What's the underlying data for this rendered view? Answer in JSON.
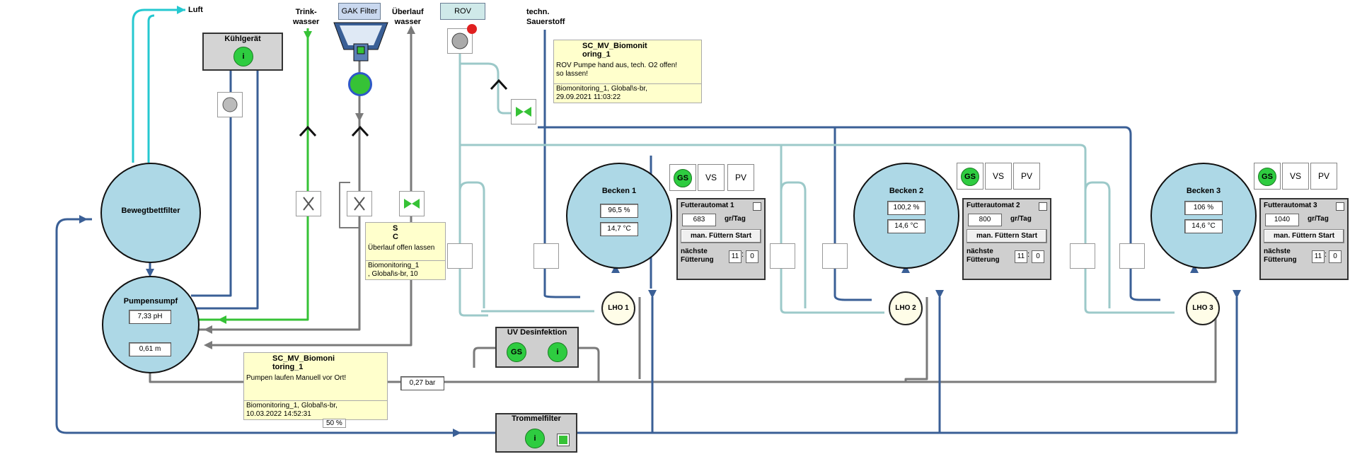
{
  "labels": {
    "luft": "Luft",
    "trinkwasser": "Trink-\nwasser",
    "ueberlaufwasser": "Überlauf\nwasser",
    "sauerstoff": "techn.\nSauerstoff",
    "gak_filter": "GAK Filter",
    "rov": "ROV"
  },
  "kuehlgeraet": {
    "title": "Kühlgerät",
    "info": "i"
  },
  "bewegtbettfilter": {
    "title": "Bewegtbettfilter"
  },
  "pumpensumpf": {
    "title": "Pumpensumpf",
    "ph": "7,33 pH",
    "level": "0,61 m"
  },
  "uv": {
    "title": "UV Desinfektion",
    "gs": "GS",
    "info": "i"
  },
  "trommelfilter": {
    "title": "Trommelfilter",
    "info": "i"
  },
  "pressure": "0,27 bar",
  "hidden_value": "50 %",
  "tanks": [
    {
      "title": "Becken 1",
      "o2": "96,5 %",
      "temp": "14,7 °C",
      "lho": "LHO 1"
    },
    {
      "title": "Becken 2",
      "o2": "100,2 %",
      "temp": "14,6 °C",
      "lho": "LHO 2"
    },
    {
      "title": "Becken 3",
      "o2": "106 %",
      "temp": "14,6 °C",
      "lho": "LHO 3"
    }
  ],
  "modes": {
    "gs": "GS",
    "vs": "VS",
    "pv": "PV"
  },
  "feeders": [
    {
      "title": "Futterautomat 1",
      "amount": "683",
      "unit": "gr/Tag",
      "start": "man. Füttern Start",
      "next_label": "nächste\nFütterung",
      "hh": "11",
      "mm": "0"
    },
    {
      "title": "Futterautomat 2",
      "amount": "800",
      "unit": "gr/Tag",
      "start": "man. Füttern Start",
      "next_label": "nächste\nFütterung",
      "hh": "11",
      "mm": "0"
    },
    {
      "title": "Futterautomat 3",
      "amount": "1040",
      "unit": "gr/Tag",
      "start": "man. Füttern Start",
      "next_label": "nächste\nFütterung",
      "hh": "11",
      "mm": "0"
    }
  ],
  "notes": {
    "rov": {
      "title": "SC_MV_Biomonit\noring_1",
      "body": "ROV Pumpe hand aus, tech. O2 offen!\nso lassen!",
      "footer": "Biomonitoring_1, Global\\s-br,\n29.09.2021 11:03:22"
    },
    "ueberlauf": {
      "title": "S\nC",
      "body": "Überlauf offen lassen",
      "footer": "Biomonitoring_1\n, Global\\s-br, 10"
    },
    "pumpen": {
      "title": "SC_MV_Biomoni\ntoring_1",
      "body": "Pumpen laufen Manuell vor Ort!",
      "footer": "Biomonitoring_1, Global\\s-br,\n10.03.2022 14:52:31"
    }
  },
  "colors": {
    "dark_pipe": "#3a5f96",
    "light_pipe": "#9cc9c9",
    "gray_pipe": "#7a7a7a",
    "green_pipe": "#36c236",
    "cyan_pipe": "#25c8d0",
    "tank_fill": "#add8e6",
    "note_fill": "#ffffcc",
    "status_green": "#2ecc40"
  }
}
